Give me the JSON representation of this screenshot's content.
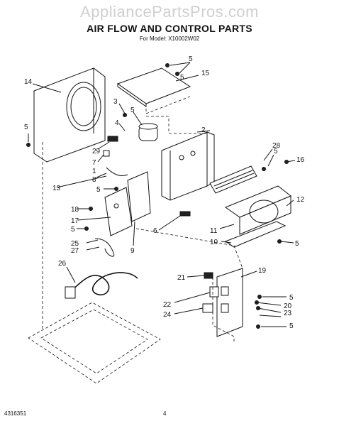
{
  "header": {
    "watermark": "AppliancePartsPros.com",
    "title": "AIR FLOW AND CONTROL PARTS",
    "subtitle": "For Model: X10002W02"
  },
  "footer": {
    "doc_number": "4316351",
    "page_number": "4"
  },
  "callouts": [
    "5",
    "5",
    "15",
    "14",
    "5",
    "3",
    "5",
    "4",
    "2",
    "29",
    "28",
    "5",
    "16",
    "7",
    "1",
    "8",
    "13",
    "5",
    "12",
    "18",
    "17",
    "6",
    "11",
    "5",
    "25",
    "9",
    "10",
    "5",
    "27",
    "26",
    "21",
    "19",
    "5",
    "22",
    "20",
    "23",
    "24",
    "5"
  ]
}
